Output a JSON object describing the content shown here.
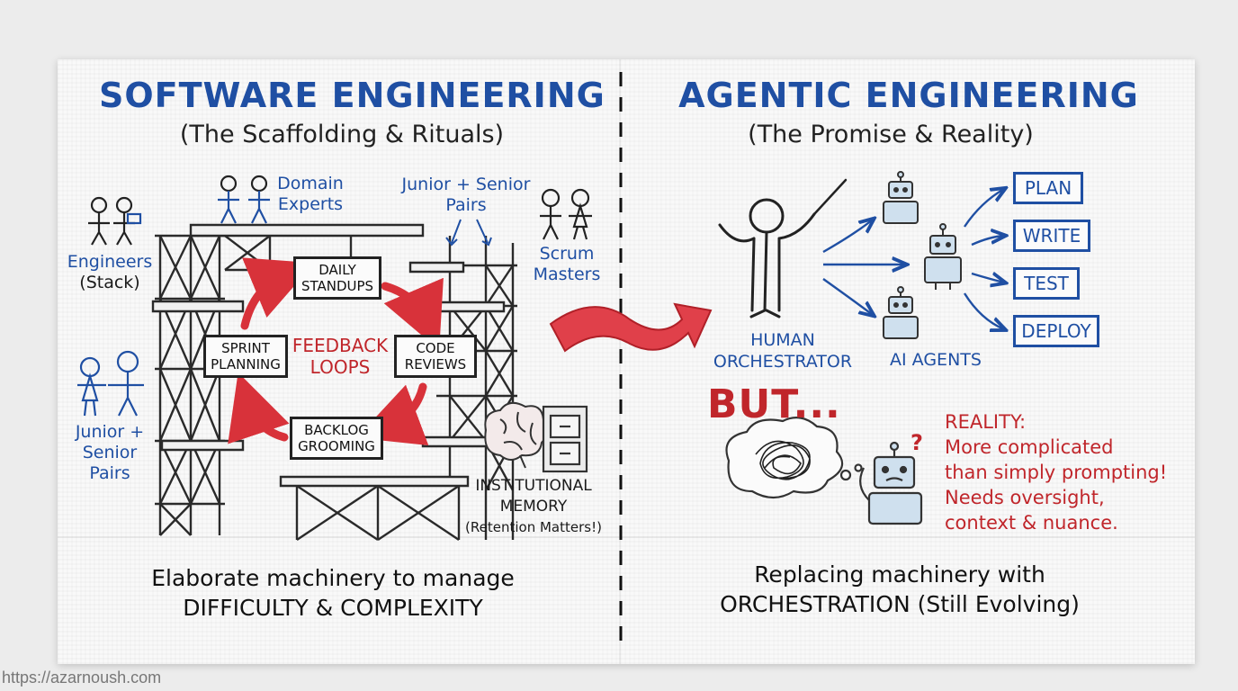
{
  "left": {
    "title": "SOFTWARE ENGINEERING",
    "subtitle": "(The Scaffolding & Rituals)",
    "roles": {
      "engineers": "Engineers",
      "engineers_sub": "(Stack)",
      "domain_experts_1": "Domain",
      "domain_experts_2": "Experts",
      "junior_senior_top_1": "Junior + Senior",
      "junior_senior_top_2": "Pairs",
      "scrum_1": "Scrum",
      "scrum_2": "Masters",
      "junior_senior_left_1": "Junior +",
      "junior_senior_left_2": "Senior",
      "junior_senior_left_3": "Pairs"
    },
    "rituals": {
      "daily_1": "DAILY",
      "daily_2": "STANDUPS",
      "code_1": "CODE",
      "code_2": "REVIEWS",
      "backlog_1": "BACKLOG",
      "backlog_2": "GROOMING",
      "sprint_1": "SPRINT",
      "sprint_2": "PLANNING",
      "feedback_1": "FEEDBACK",
      "feedback_2": "LOOPS"
    },
    "memory": {
      "line1": "INSTITUTIONAL",
      "line2": "MEMORY",
      "line3": "(Retention Matters!)"
    },
    "bottom_1": "Elaborate machinery to manage",
    "bottom_2": "DIFFICULTY & COMPLEXITY"
  },
  "right": {
    "title": "AGENTIC ENGINEERING",
    "subtitle": "(The Promise & Reality)",
    "human_1": "HUMAN",
    "human_2": "ORCHESTRATOR",
    "agents": "AI AGENTS",
    "tasks": [
      "PLAN",
      "WRITE",
      "TEST",
      "DEPLOY"
    ],
    "but": "BUT...",
    "question": "?",
    "reality": {
      "title": "REALITY:",
      "line1": "More complicated",
      "line2": "than simply prompting!",
      "line3": "Needs oversight,",
      "line4": "context & nuance."
    },
    "bottom_1": "Replacing machinery with",
    "bottom_2": "ORCHESTRATION (Still Evolving)"
  },
  "footer_url": "https://azarnoush.com",
  "colors": {
    "blue": "#1f4fa3",
    "red": "#c0262b",
    "ink": "#222222",
    "napkin": "#f9f9f9",
    "background": "#ececec"
  }
}
